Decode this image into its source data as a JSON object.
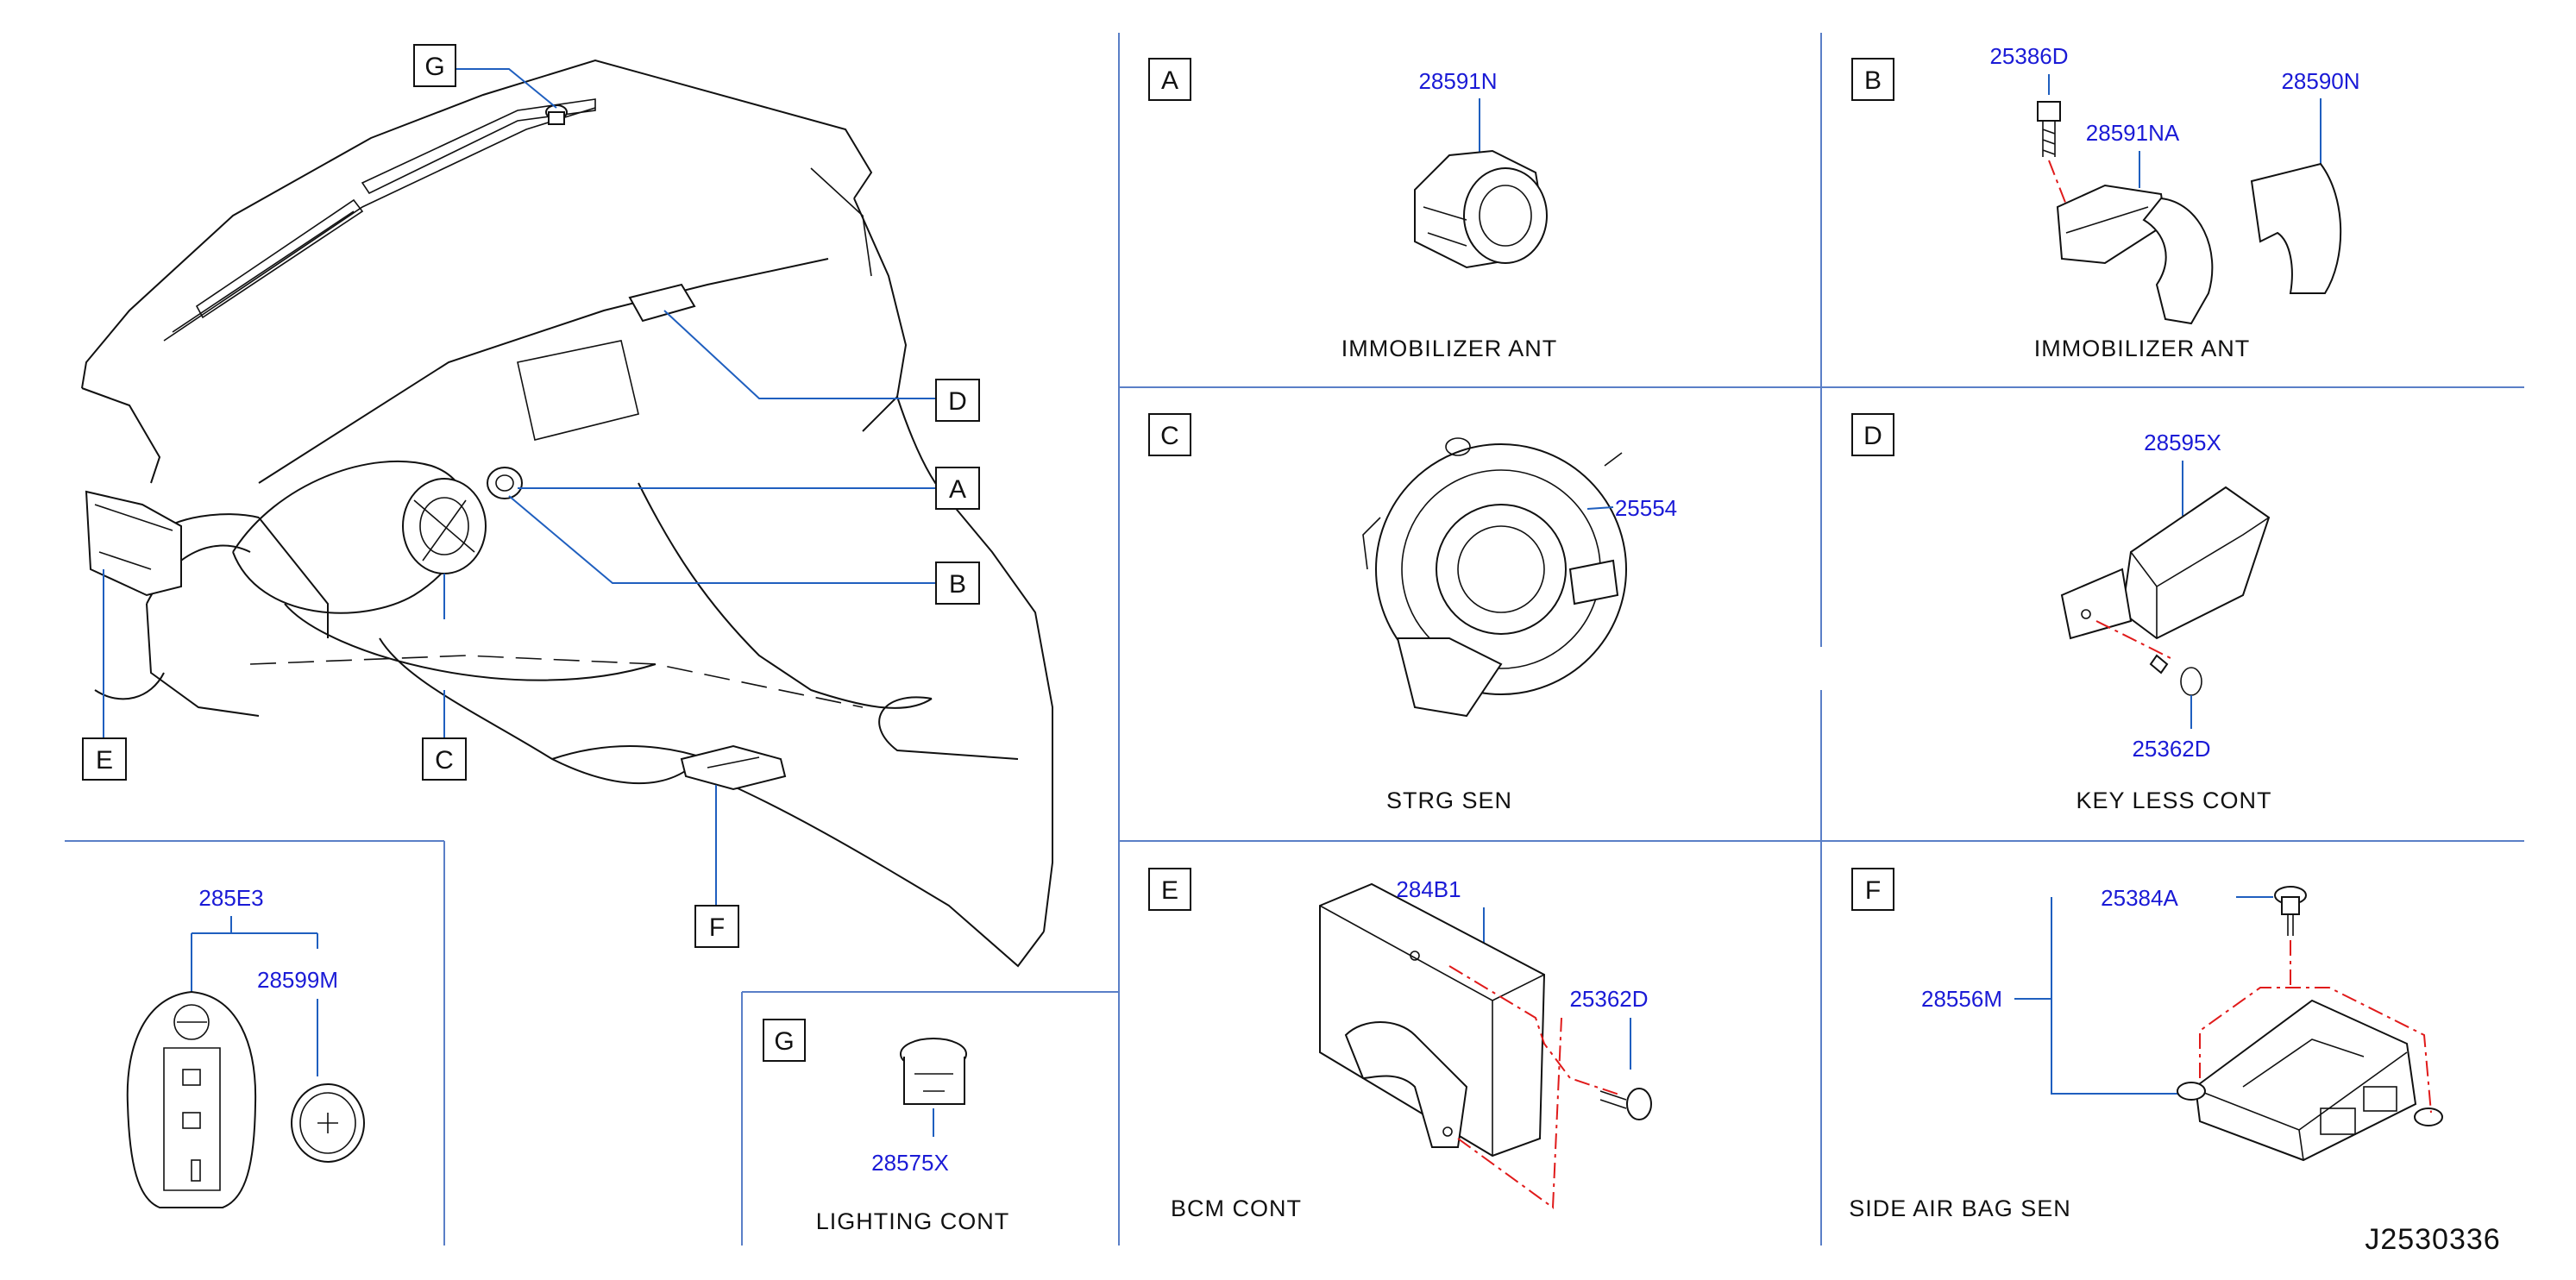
{
  "callouts": [
    "G",
    "D",
    "A",
    "B",
    "E",
    "C",
    "F"
  ],
  "panels": {
    "a": {
      "letter": "A",
      "part": "28591N",
      "caption": "IMMOBILIZER   ANT"
    },
    "b": {
      "letter": "B",
      "parts": [
        "25386D",
        "28591NA",
        "28590N"
      ],
      "caption": "IMMOBILIZER   ANT"
    },
    "c": {
      "letter": "C",
      "part": "25554",
      "caption": "STRG   SEN"
    },
    "d": {
      "letter": "D",
      "parts": [
        "28595X",
        "25362D"
      ],
      "caption": "KEY   LESS   CONT"
    },
    "e": {
      "letter": "E",
      "parts": [
        "284B1",
        "25362D"
      ],
      "caption": "BCM   CONT"
    },
    "f": {
      "letter": "F",
      "parts": [
        "25384A",
        "28556M"
      ],
      "caption": "SIDE   AIR   BAG   SEN"
    },
    "g": {
      "letter": "G",
      "part": "28575X",
      "caption": "LIGHTING   CONT"
    }
  },
  "key_fob": {
    "parts": [
      "285E3",
      "28599M"
    ]
  },
  "drawing_ref": "J2530336"
}
